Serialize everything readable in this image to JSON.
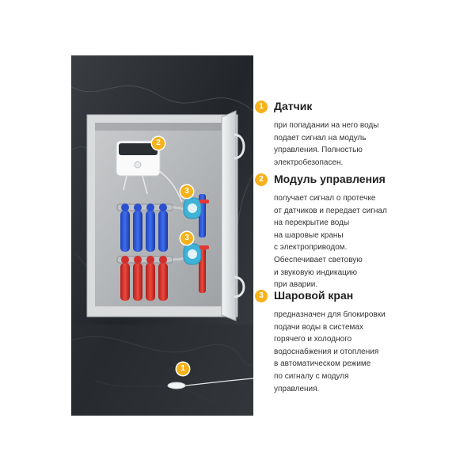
{
  "colors": {
    "accent": "#f6b21b",
    "background": "#ffffff"
  },
  "features": [
    {
      "number": "1",
      "title": "Датчик",
      "lines": [
        "при попадании на него воды",
        "подает сигнал на модуль",
        "управления. Полностью",
        "электробезопасен."
      ]
    },
    {
      "number": "2",
      "title": "Модуль управления",
      "lines": [
        "получает сигнал о протечке",
        "от датчиков и передает сигнал",
        "на перекрытие воды",
        "на шаровые краны",
        "с электроприводом.",
        "Обеспечивает световую",
        "и звуковую индикацию",
        "при аварии."
      ]
    },
    {
      "number": "3",
      "title": "Шаровой кран",
      "lines": [
        "предназначен для блокировки",
        "подачи воды в системах",
        "горячего и холодного",
        "водоснабжения и отопления",
        "в автоматическом режиме",
        "по сигналу с модуля",
        "управления."
      ]
    }
  ],
  "image_markers": [
    "2",
    "3",
    "3",
    "1"
  ],
  "icons": [
    "marble-wall-background",
    "cabinet-door",
    "control-module",
    "blue-pipe",
    "red-pipe",
    "ball-valve",
    "water-sensor"
  ]
}
